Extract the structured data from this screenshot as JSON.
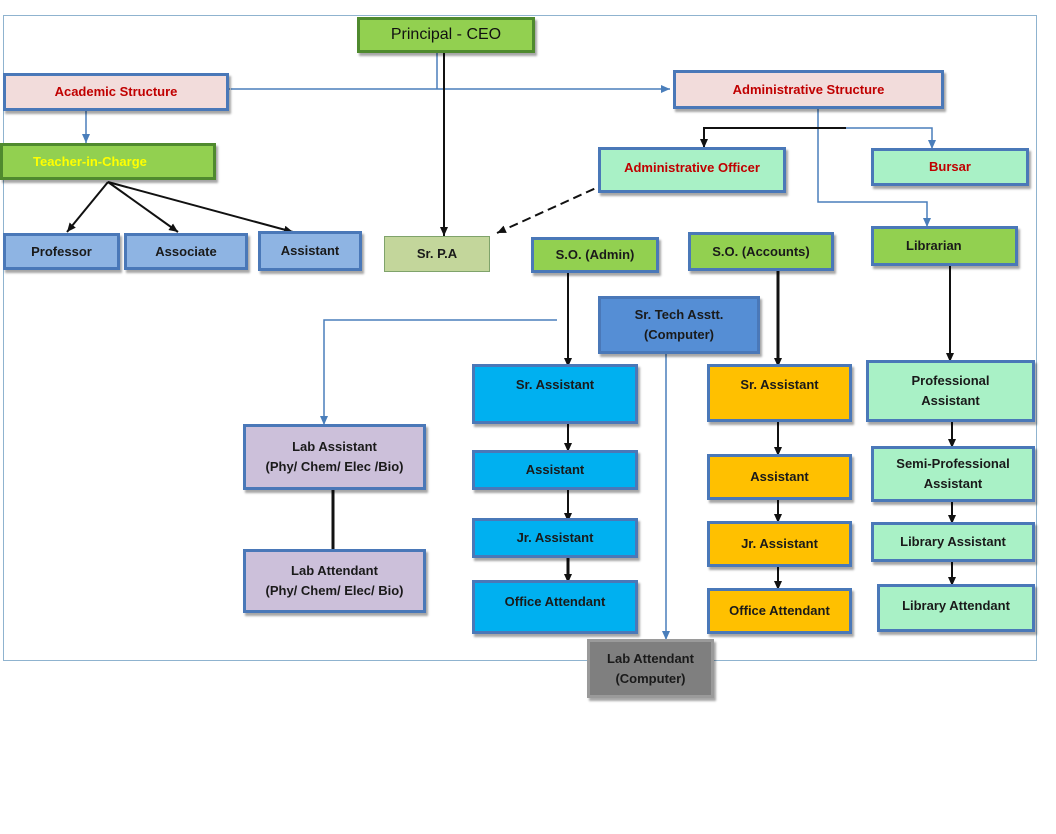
{
  "nodes": {
    "principal": "Principal - CEO",
    "academic": "Academic Structure",
    "administrative": "Administrative Structure",
    "teacher": "Teacher-in-Charge",
    "professor": "Professor",
    "associate": "Associate",
    "assistant_acad": "Assistant",
    "srpa": "Sr. P.A",
    "admin_officer": "Administrative Officer",
    "bursar": "Bursar",
    "librarian": "Librarian",
    "so_admin": "S.O. (Admin)",
    "so_accounts": "S.O. (Accounts)",
    "sr_tech": "Sr. Tech Asstt.\n(Computer)",
    "lab_assistant": "Lab Assistant\n(Phy/ Chem/ Elec /Bio)",
    "lab_attendant": "Lab Attendant\n(Phy/ Chem/ Elec/ Bio)",
    "lab_attendant_comp": "Lab Attendant\n(Computer)",
    "admin_sr_assistant": "Sr. Assistant",
    "admin_assistant": "Assistant",
    "admin_jr_assistant": "Jr. Assistant",
    "admin_office_attendant": "Office Attendant",
    "acc_sr_assistant": "Sr. Assistant",
    "acc_assistant": "Assistant",
    "acc_jr_assistant": "Jr. Assistant",
    "acc_office_attendant": "Office Attendant",
    "prof_assistant": "Professional\nAssistant",
    "semi_prof_assistant": "Semi-Professional\nAssistant",
    "library_assistant": "Library Assistant",
    "library_attendant": "Library Attendant"
  },
  "colors": {
    "lime": "#92d050",
    "pink": "#f2dcdb",
    "sky": "#00b0f0",
    "amber": "#ffc000",
    "mint": "#a9f1c6",
    "lavender": "#ccc0da",
    "steel": "#558ed5",
    "periwinkle": "#8eb4e3",
    "sage": "#c3d69b",
    "gray": "#7f7f7f",
    "dark_red": "#c00000",
    "yellow_text": "#ffff00"
  }
}
